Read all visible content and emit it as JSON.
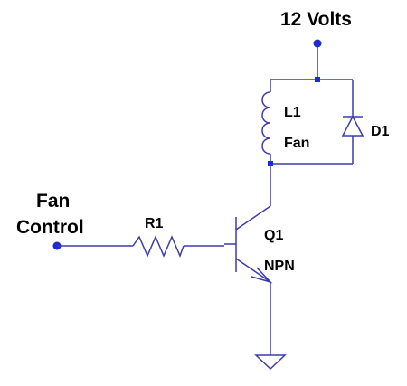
{
  "supply": {
    "label": "12 Volts"
  },
  "input": {
    "label_line1": "Fan",
    "label_line2": "Control"
  },
  "components": {
    "resistor": {
      "ref": "R1"
    },
    "inductor": {
      "ref": "L1",
      "value": "Fan"
    },
    "diode": {
      "ref": "D1"
    },
    "transistor": {
      "ref": "Q1",
      "type": "NPN"
    }
  },
  "colors": {
    "wire": "#3b3bab",
    "node": "#1f2ad0",
    "text": "#000000"
  }
}
